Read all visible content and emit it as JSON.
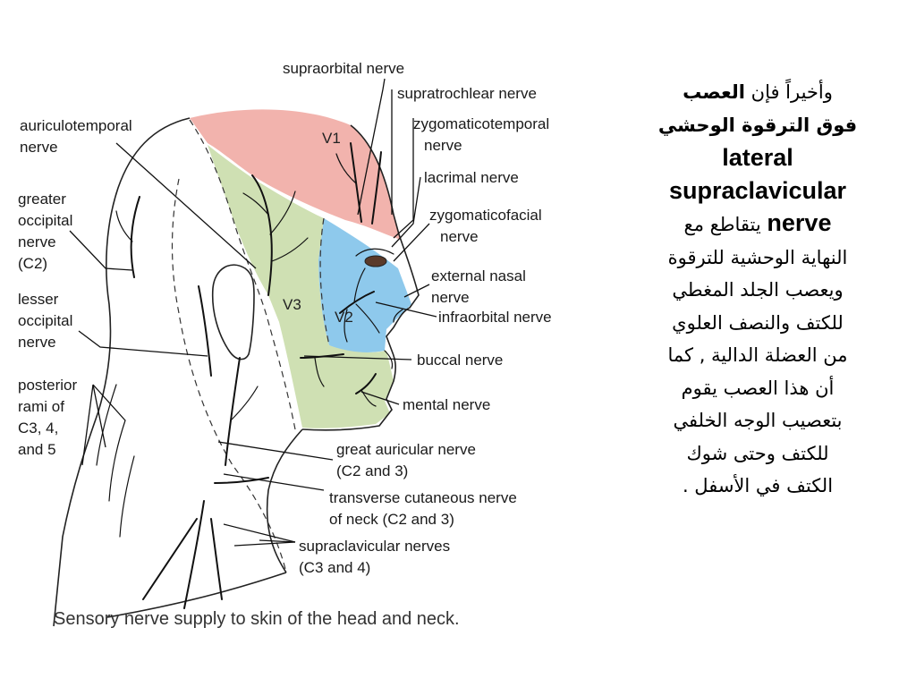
{
  "figure": {
    "caption": "Sensory nerve supply to skin of the head and neck.",
    "regions": {
      "v1": "V1",
      "v2": "V2",
      "v3": "V3"
    },
    "colors": {
      "v1": "#f2b3ad",
      "v2": "#8ec9ec",
      "v3": "#cfe0b3"
    },
    "labels": {
      "supraorbital": "supraorbital nerve",
      "supratrochlear": "supratrochlear nerve",
      "zygomaticotemporal_1": "zygomaticotemporal",
      "zygomaticotemporal_2": "nerve",
      "lacrimal": "lacrimal nerve",
      "zygomaticofacial_1": "zygomaticofacial",
      "zygomaticofacial_2": "nerve",
      "external_nasal_1": "external nasal",
      "external_nasal_2": "nerve",
      "infraorbital": "infraorbital nerve",
      "buccal": "buccal nerve",
      "mental": "mental nerve",
      "great_auricular_1": "great auricular nerve",
      "great_auricular_2": "(C2 and 3)",
      "transverse_cutaneous_1": "transverse cutaneous nerve",
      "transverse_cutaneous_2": "of neck (C2 and 3)",
      "supraclavicular_1": "supraclavicular nerves",
      "supraclavicular_2": "(C3 and 4)",
      "auriculotemporal_1": "auriculotemporal",
      "auriculotemporal_2": "nerve",
      "greater_occipital_1": "greater",
      "greater_occipital_2": "occipital",
      "greater_occipital_3": "nerve",
      "greater_occipital_4": "(C2)",
      "lesser_occipital_1": "lesser",
      "lesser_occipital_2": "occipital",
      "lesser_occipital_3": "nerve",
      "posterior_rami_1": "posterior",
      "posterior_rami_2": "rami of",
      "posterior_rami_3": "C3, 4,",
      "posterior_rami_4": "and 5"
    }
  },
  "text_panel": {
    "p1": "وأخيراً فإن ",
    "p1_bold": "العصب",
    "p2_bold": "فوق الترقوة الوحشي",
    "en_1": "lateral",
    "en_2": "supraclavicular",
    "en_3": "nerve",
    "p3": " يتقاطع مع",
    "p4": "النهاية الوحشية للترقوة",
    "p5": "ويعصب الجلد المغطي",
    "p6": "للكتف والنصف العلوي",
    "p7": "من العضلة الدالية , كما",
    "p8": "أن هذا العصب يقوم",
    "p9": "بتعصيب الوجه الخلفي",
    "p10": "للكتف وحتى شوك",
    "p11": "الكتف في الأسفل ."
  }
}
